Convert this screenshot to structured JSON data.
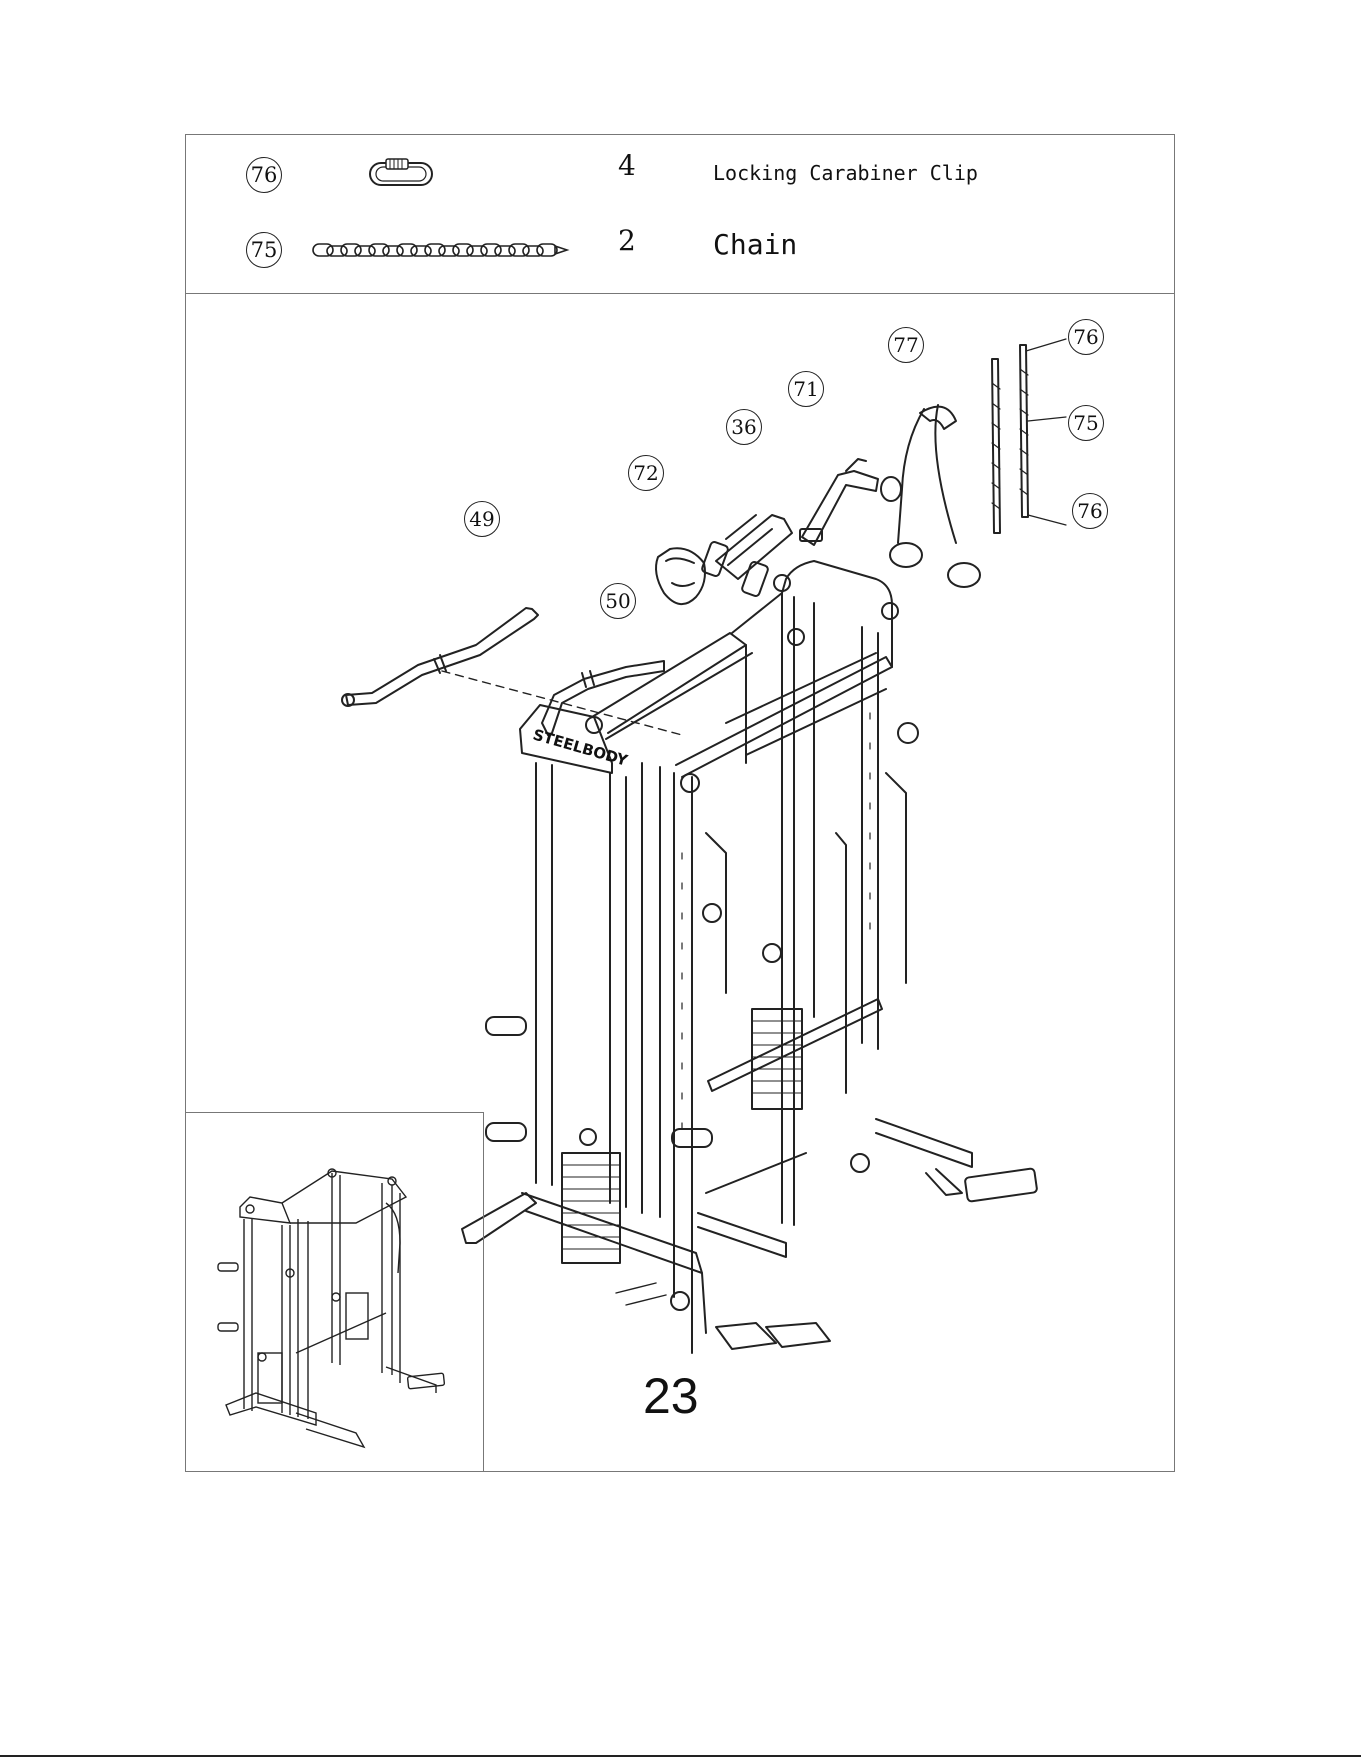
{
  "parts": [
    {
      "number": "76",
      "qty": "4",
      "description": "Locking Carabiner Clip"
    },
    {
      "number": "75",
      "qty": "2",
      "description": "Chain"
    }
  ],
  "callouts": {
    "c77": "77",
    "c76a": "76",
    "c71": "71",
    "c36": "36",
    "c75": "75",
    "c72": "72",
    "c76b": "76",
    "c49": "49",
    "c50": "50"
  },
  "brand": "STEELBODY",
  "step": "23"
}
